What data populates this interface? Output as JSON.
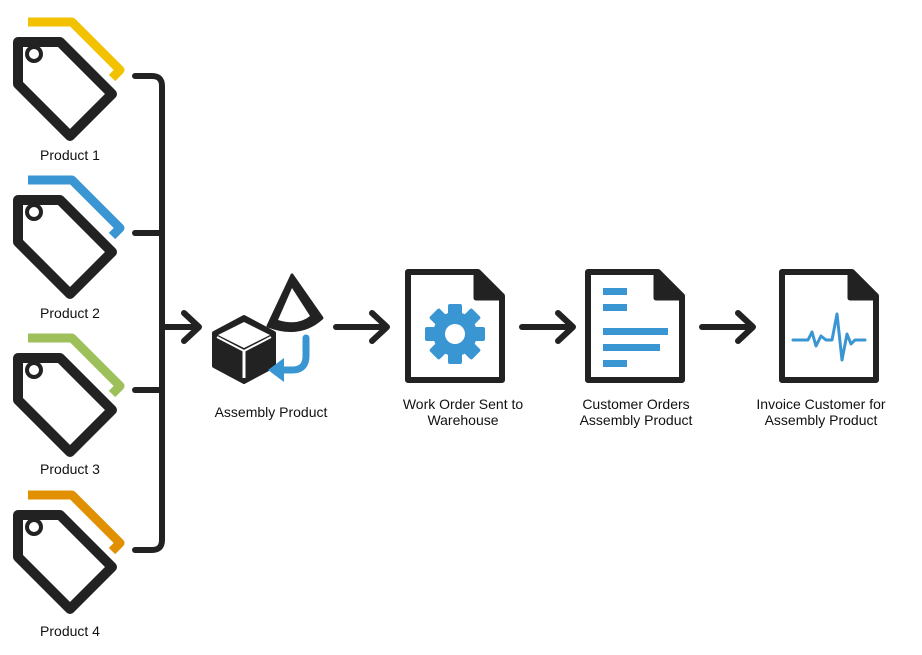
{
  "colors": {
    "ink": "#222222",
    "tag_yellow": "#f2c200",
    "tag_blue": "#3a95d3",
    "tag_green": "#9dc05b",
    "tag_orange": "#e09000",
    "accent_blue": "#3a95d3"
  },
  "products": [
    {
      "label": "Product 1",
      "color": "#f2c200",
      "icon": "price-tag-icon"
    },
    {
      "label": "Product 2",
      "color": "#3a95d3",
      "icon": "price-tag-icon"
    },
    {
      "label": "Product 3",
      "color": "#9dc05b",
      "icon": "price-tag-icon"
    },
    {
      "label": "Product 4",
      "color": "#e09000",
      "icon": "price-tag-icon"
    }
  ],
  "steps": [
    {
      "icon": "assembly-cube-icon",
      "lines": [
        "Assembly Product"
      ]
    },
    {
      "icon": "gear-document-icon",
      "lines": [
        "Work Order Sent to",
        "Warehouse"
      ]
    },
    {
      "icon": "list-document-icon",
      "lines": [
        "Customer Orders",
        "Assembly Product"
      ]
    },
    {
      "icon": "pulse-document-icon",
      "lines": [
        "Invoice Customer for",
        "Assembly Product"
      ]
    }
  ]
}
